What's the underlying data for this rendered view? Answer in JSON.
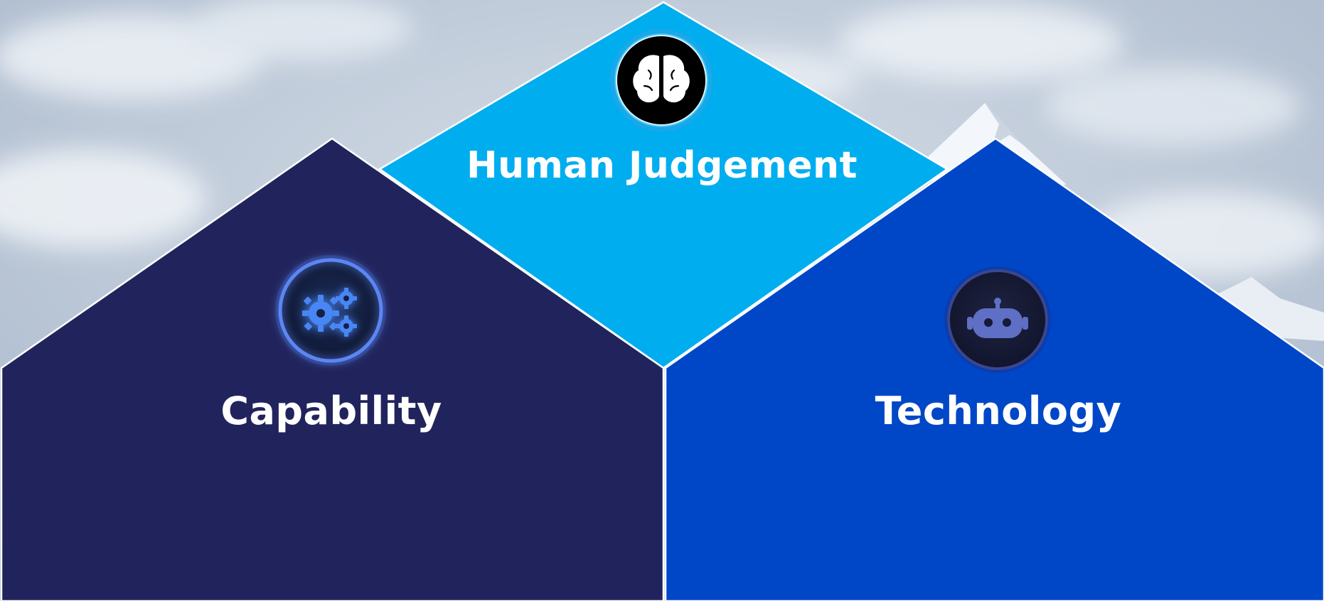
{
  "sections": {
    "human_judgement": {
      "title": "Human Judgement",
      "icon": "brain-icon",
      "color": "#00AEEF"
    },
    "capability": {
      "title": "Capability",
      "icon": "gears-icon",
      "color": "#21245C"
    },
    "technology": {
      "title": "Technology",
      "icon": "robot-icon",
      "color": "#0047C8"
    }
  },
  "background": {
    "sky_color": "#B9C6D6",
    "cloud_color": "#E9EEF4"
  }
}
